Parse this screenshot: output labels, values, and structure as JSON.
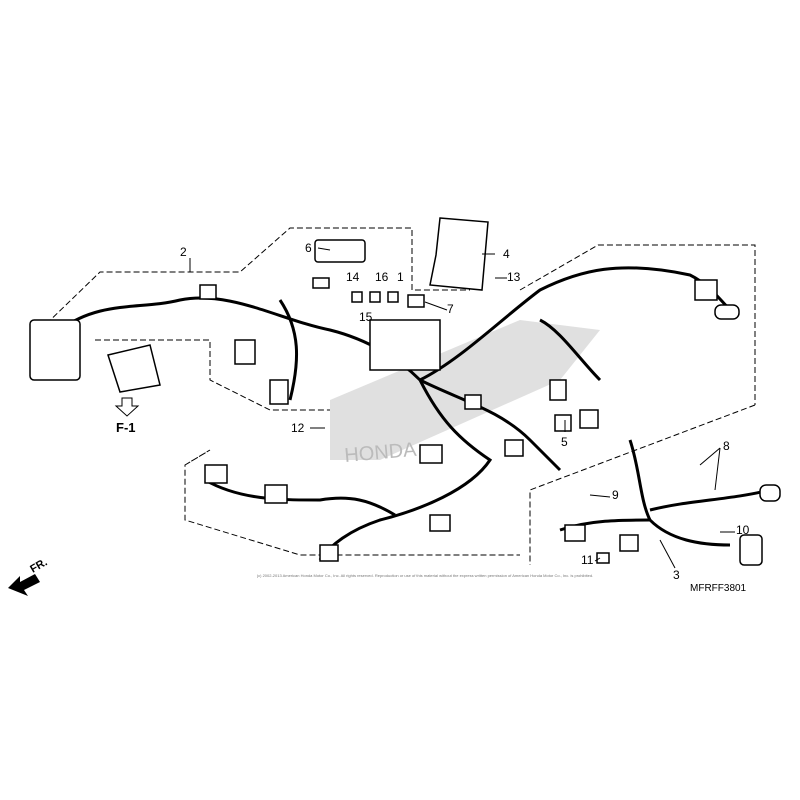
{
  "diagram": {
    "callouts": [
      "1",
      "2",
      "3",
      "4",
      "5",
      "6",
      "7",
      "8",
      "9",
      "10",
      "11",
      "12",
      "13",
      "14",
      "15",
      "16"
    ],
    "reference_label": "F-1",
    "front_label": "FR.",
    "part_code": "MFRFF3801",
    "copyright": "(c) 2002-2013 American Honda Motor Co., Inc. All rights reserved. Reproduction or use of this material without the express written permission of American Honda Motor Co., Inc. is prohibited.",
    "watermark": "HONDA"
  }
}
